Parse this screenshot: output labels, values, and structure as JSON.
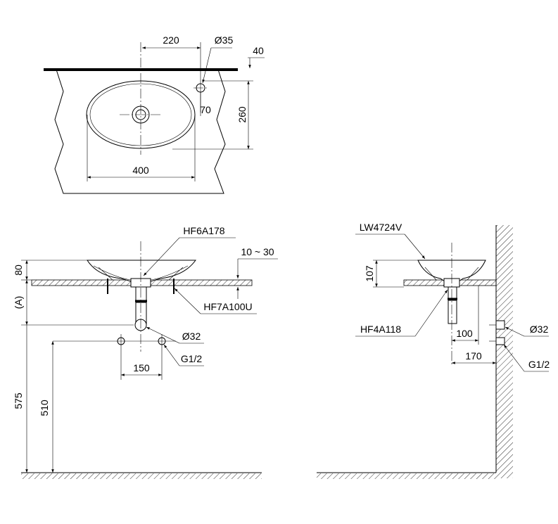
{
  "top_view": {
    "dim_220": "220",
    "dim_d35": "Ø35",
    "dim_40": "40",
    "dim_260": "260",
    "dim_70": "70",
    "dim_400": "400"
  },
  "front_view": {
    "label_hf6a178": "HF6A178",
    "label_hf7a100u": "HF7A100U",
    "dim_10_30": "10 ~ 30",
    "dim_80": "80",
    "dim_a": "(A)",
    "dim_575": "575",
    "dim_510": "510",
    "dim_150": "150",
    "label_d32": "Ø32",
    "label_g12": "G1/2"
  },
  "side_view": {
    "label_lw4724v": "LW4724V",
    "label_hf4a118": "HF4A118",
    "dim_107": "107",
    "dim_100": "100",
    "dim_170": "170",
    "label_d32": "Ø32",
    "label_g12": "G1/2"
  }
}
